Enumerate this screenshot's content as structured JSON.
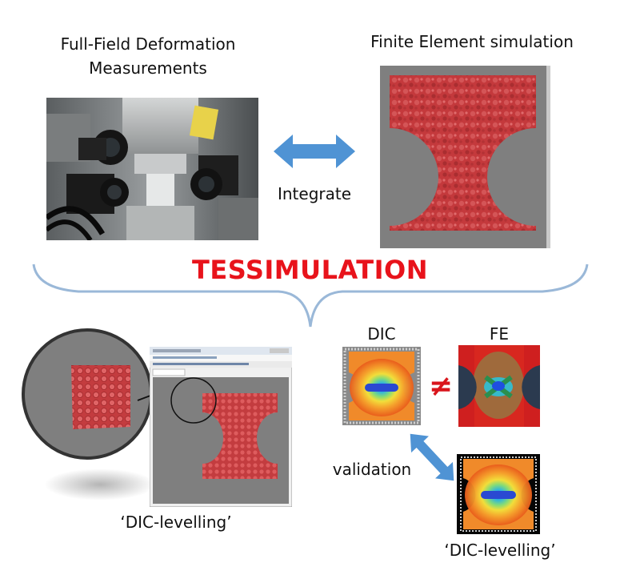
{
  "labels": {
    "dic_measurements_line1": "Full-Field Deformation",
    "dic_measurements_line2": "Measurements",
    "fe_simulation": "Finite Element simulation",
    "integrate": "Integrate",
    "tessimulation": "TESSIMULATION",
    "dic_heading": "DIC",
    "fe_heading": "FE",
    "not_equal": "≠",
    "validation": "validation",
    "dic_levelling_left": "‘DIC-levelling’",
    "dic_levelling_right": "‘DIC-levelling’"
  },
  "colors": {
    "title_red": "#e8131b",
    "arrow_blue": "#4f93d4",
    "brace_blue": "#9ab8d8",
    "not_equal_red": "#d9151c",
    "specimen_red": "#c0393b",
    "panel_grey": "#7f7f7f"
  },
  "icons": {
    "integrate_arrow": "double-headed-horizontal-arrow",
    "validation_arrow": "double-headed-diagonal-arrow",
    "brace": "curly-brace-under"
  }
}
